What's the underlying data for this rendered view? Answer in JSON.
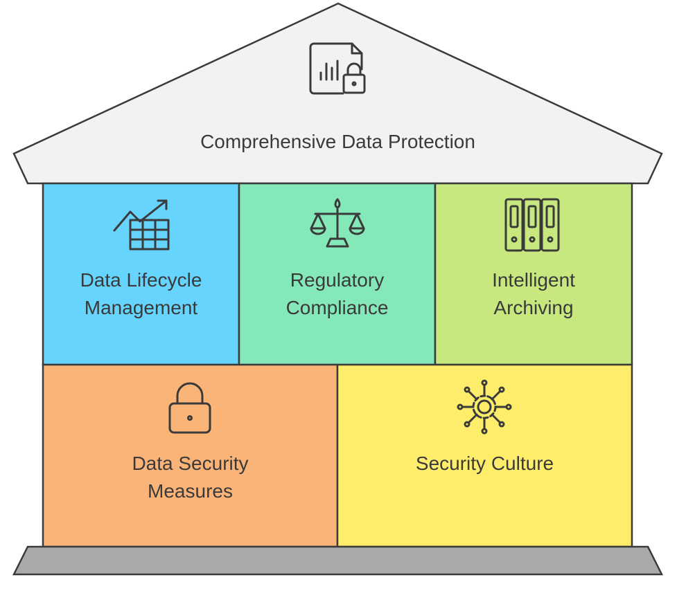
{
  "roof": {
    "title": "Comprehensive Data Protection",
    "icon": "document-chart-lock-icon",
    "color": "#f2f2f2"
  },
  "pillars_top": [
    {
      "line1": "Data Lifecycle",
      "line2": "Management",
      "icon": "chart-table-icon",
      "color": "#66d4fd"
    },
    {
      "line1": "Regulatory",
      "line2": "Compliance",
      "icon": "scales-icon",
      "color": "#84e8b8"
    },
    {
      "line1": "Intelligent",
      "line2": "Archiving",
      "icon": "binders-icon",
      "color": "#c6e87e"
    }
  ],
  "pillars_bottom": [
    {
      "line1": "Data Security",
      "line2": "Measures",
      "icon": "padlock-icon",
      "color": "#fbb478"
    },
    {
      "line1": "Security Culture",
      "icon": "network-gear-icon",
      "color": "#fded6a"
    }
  ],
  "base": {
    "color": "#aaaaaa"
  }
}
